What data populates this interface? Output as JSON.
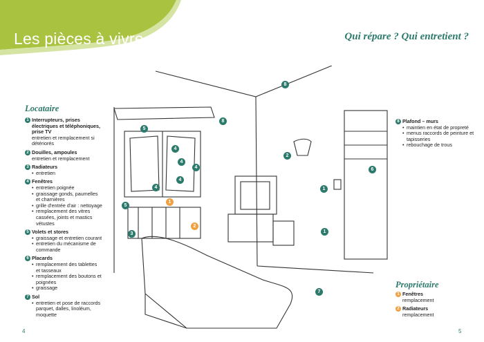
{
  "header": {
    "section_title": "Les pièces à vivre",
    "subtitle": "Qui répare ? Qui entretient ?",
    "colors": {
      "green": "#a9c23f",
      "teal": "#2c7a6b",
      "orange": "#f0a040"
    }
  },
  "locataire": {
    "title": "Locataire",
    "items": [
      {
        "num": "1",
        "title": "Interrupteurs, prises électriques et téléphoniques, prise TV",
        "desc": "entretien et remplacement si détériorés",
        "bullets": []
      },
      {
        "num": "2",
        "title": "Douilles, ampoules",
        "desc": "entretien et remplacement",
        "bullets": []
      },
      {
        "num": "3",
        "title": "Radiateurs",
        "desc": "",
        "bullets": [
          "entretien"
        ]
      },
      {
        "num": "4",
        "title": "Fenêtres",
        "desc": "",
        "bullets": [
          "entretien poignée",
          "graissage gonds, paumelles et charnières",
          "grille d'entrée d'air : nettoyage",
          "remplacement des vitres cassées, joints et mastics vétustes"
        ]
      },
      {
        "num": "5",
        "title": "Volets et stores",
        "desc": "",
        "bullets": [
          "graissage et entretien courant",
          "entretien du mécanisme de commande"
        ]
      },
      {
        "num": "6",
        "title": "Placards",
        "desc": "",
        "bullets": [
          "remplacement des tablettes et tasseaux",
          "remplacement des boutons et poignées",
          "graissage"
        ]
      },
      {
        "num": "7",
        "title": "Sol",
        "desc": "",
        "bullets": [
          "entretien et pose de raccords parquet, dalles, linoléum, moquette"
        ]
      }
    ]
  },
  "plafond": {
    "num": "8",
    "title": "Plafond – murs",
    "bullets": [
      "maintien en état de propreté",
      "menus raccords de peinture et tapisseries",
      "rebouchage de trous"
    ]
  },
  "proprietaire": {
    "title": "Propriétaire",
    "items": [
      {
        "num": "1",
        "title": "Fenêtres",
        "desc": "remplacement"
      },
      {
        "num": "2",
        "title": "Radiateurs",
        "desc": "remplacement"
      }
    ]
  },
  "drawing_markers": [
    "8",
    "8",
    "5",
    "4",
    "4",
    "4",
    "4",
    "4",
    "5",
    "1",
    "3",
    "2",
    "1",
    "2",
    "6",
    "1",
    "7"
  ],
  "page_numbers": {
    "left": "4",
    "right": "5"
  }
}
